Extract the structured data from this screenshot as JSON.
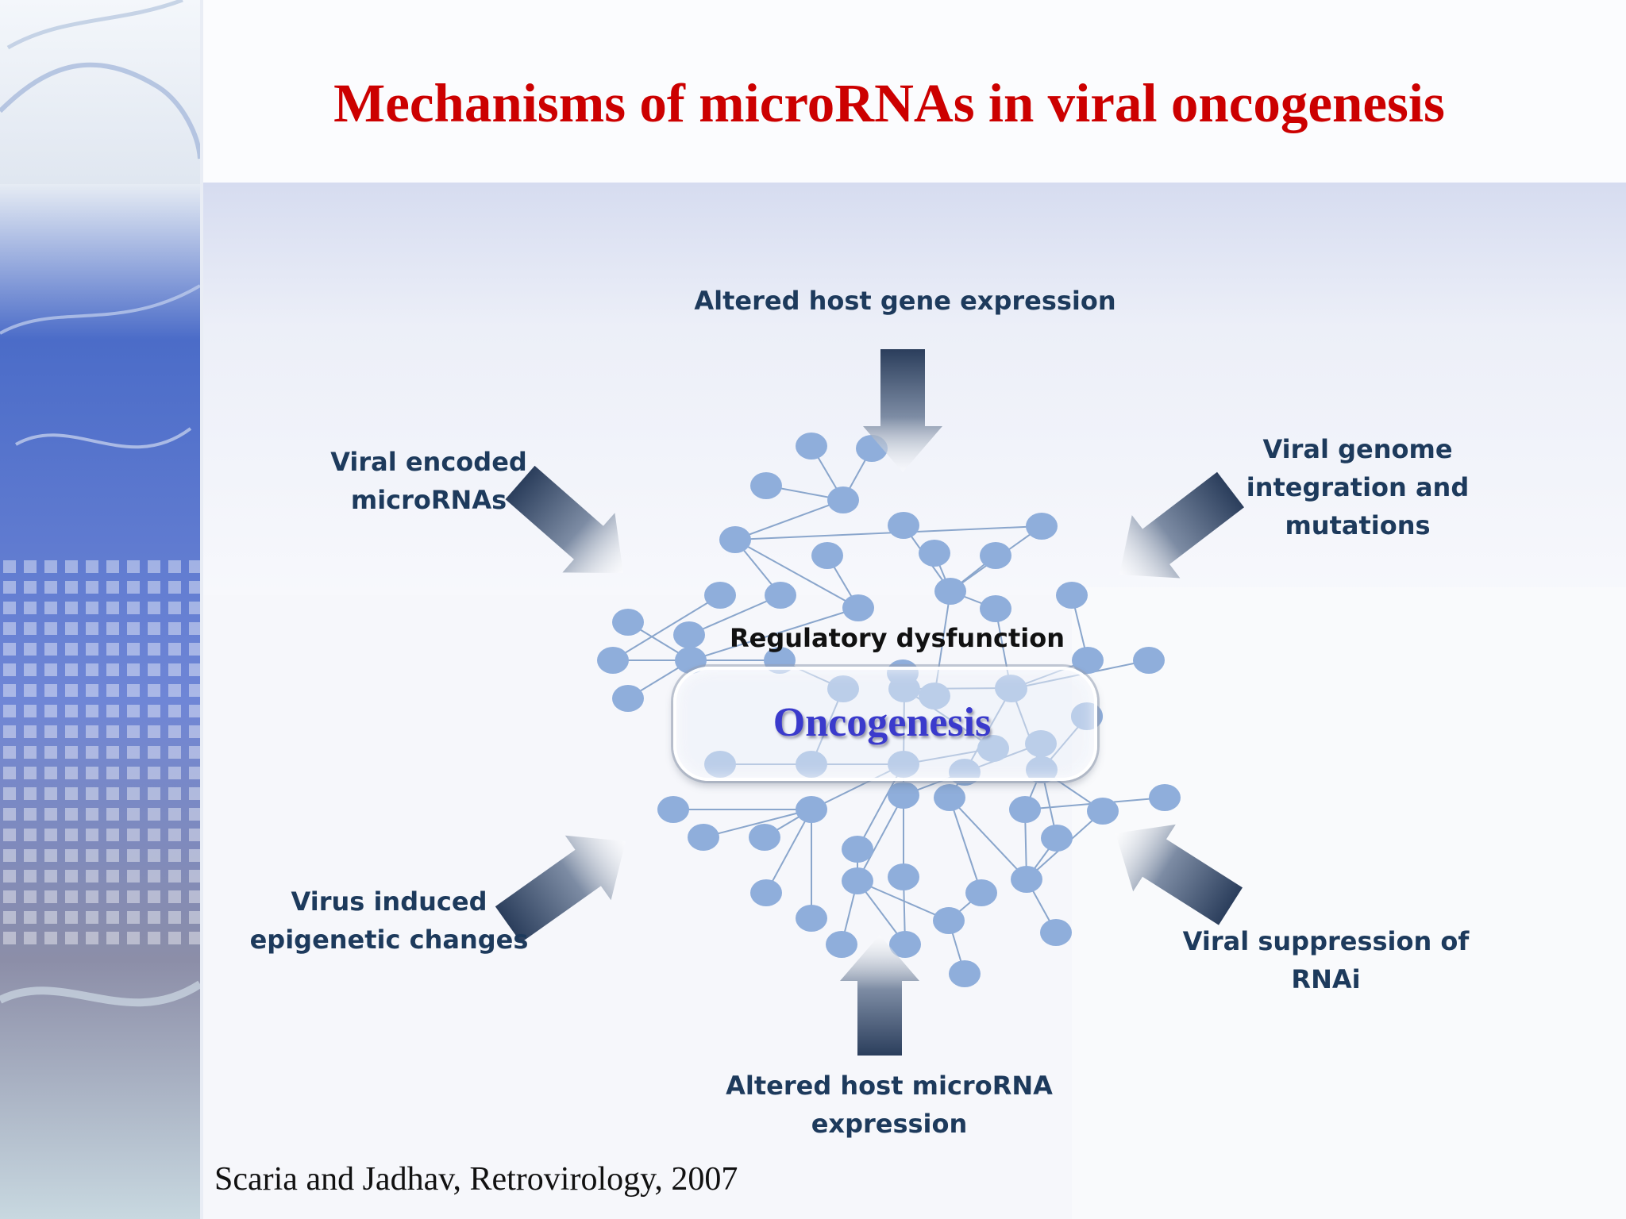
{
  "slide": {
    "title": "Mechanisms of microRNAs in viral oncogenesis",
    "center": {
      "label": "Regulatory dysfunction",
      "box_text": "Oncogenesis"
    },
    "mechanisms": {
      "top": [
        "Altered host gene expression"
      ],
      "top_left": [
        "Viral encoded",
        "microRNAs"
      ],
      "top_right": [
        "Viral genome",
        "integration and",
        "mutations"
      ],
      "bottom_left": [
        "Virus induced",
        "epigenetic changes"
      ],
      "bottom_right": [
        "Viral suppression of",
        "RNAi"
      ],
      "bottom": [
        "Altered host microRNA",
        "expression"
      ]
    },
    "citation": "Scaria and Jadhav, Retrovirology, 2007"
  },
  "colors": {
    "title": "#cc0000",
    "label_text": "#1d3a5c",
    "node_fill": "#8faedb",
    "edge": "#8aa6cc",
    "arrow_dark": "#2b3e5c",
    "oncogenesis_text": "#3a3acc"
  },
  "icons": {
    "arrows": "block-arrow-gradient",
    "network": "circle-node-network"
  }
}
